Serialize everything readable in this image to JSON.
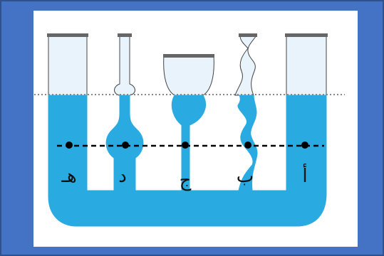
{
  "labels": {
    "a": "أ",
    "b": "ب",
    "j": "ج",
    "d": "د",
    "h": "هـ"
  },
  "colors": {
    "background": "#4472C4",
    "border": "#2F528F",
    "panel": "#FFFFFF",
    "water": "#29ABE2",
    "glass_empty": "#E8F3FB",
    "outline": "#333333",
    "dots": "#000000",
    "water_level_line": "#888888"
  }
}
